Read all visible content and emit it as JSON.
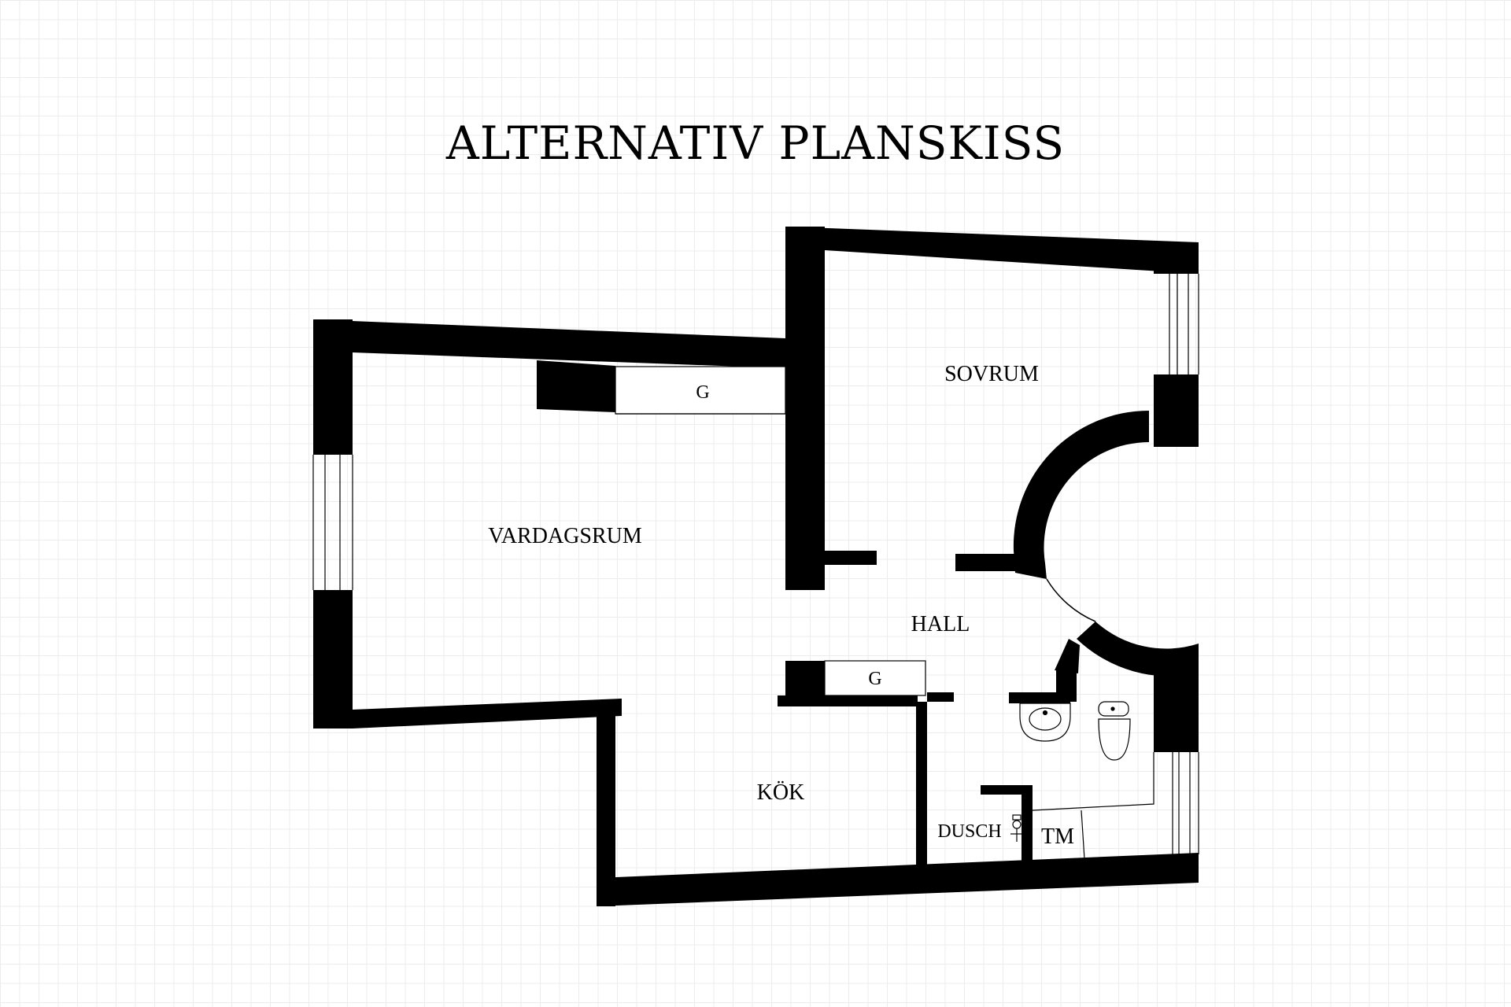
{
  "title": "ALTERNATIV PLANSKISS",
  "rooms": {
    "vardagsrum": "VARDAGSRUM",
    "sovrum": "SOVRUM",
    "hall": "HALL",
    "kok": "KÖK",
    "dusch": "DUSCH",
    "tm": "TM"
  },
  "closets": {
    "upper": "G",
    "lower": "G"
  },
  "colors": {
    "wall": "#000000",
    "grid": "#ececec",
    "background": "#ffffff"
  },
  "icons": [
    "sink-icon",
    "toilet-icon",
    "shower-icon"
  ]
}
